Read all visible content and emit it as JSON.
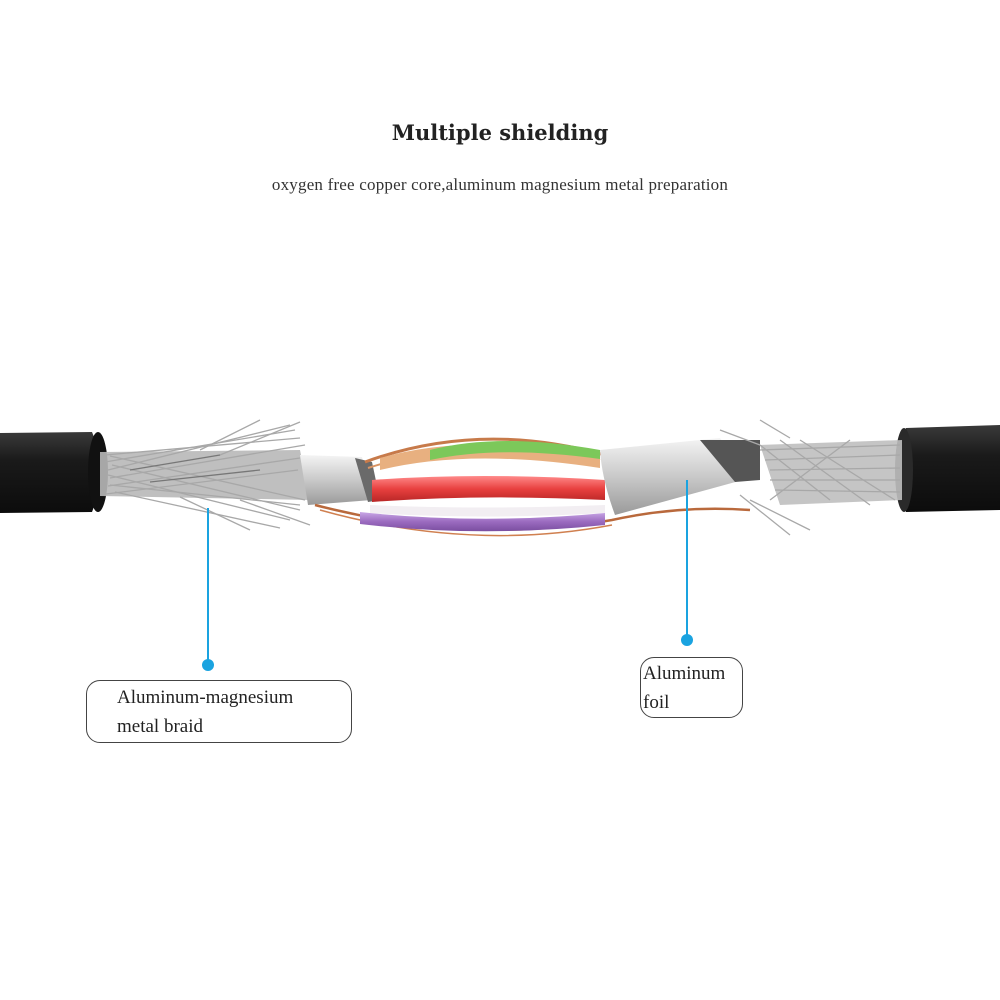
{
  "title": "Multiple shielding",
  "subtitle": "oxygen free copper core,aluminum magnesium metal preparation",
  "callouts": {
    "braid": {
      "line1": "Aluminum-magnesium",
      "line2": "metal braid"
    },
    "foil": {
      "line1": "Aluminum",
      "line2": "foil"
    }
  },
  "colors": {
    "jacket": "#1b1b1b",
    "braid": "#bdbdbd",
    "foil": "#d9d9d9",
    "copper": "#c77a4a",
    "wire_red": "#e8403f",
    "wire_green": "#7cc85a",
    "wire_purple": "#9b6bc0",
    "wire_white": "#f2eef2",
    "leader": "#1aa3e0"
  }
}
